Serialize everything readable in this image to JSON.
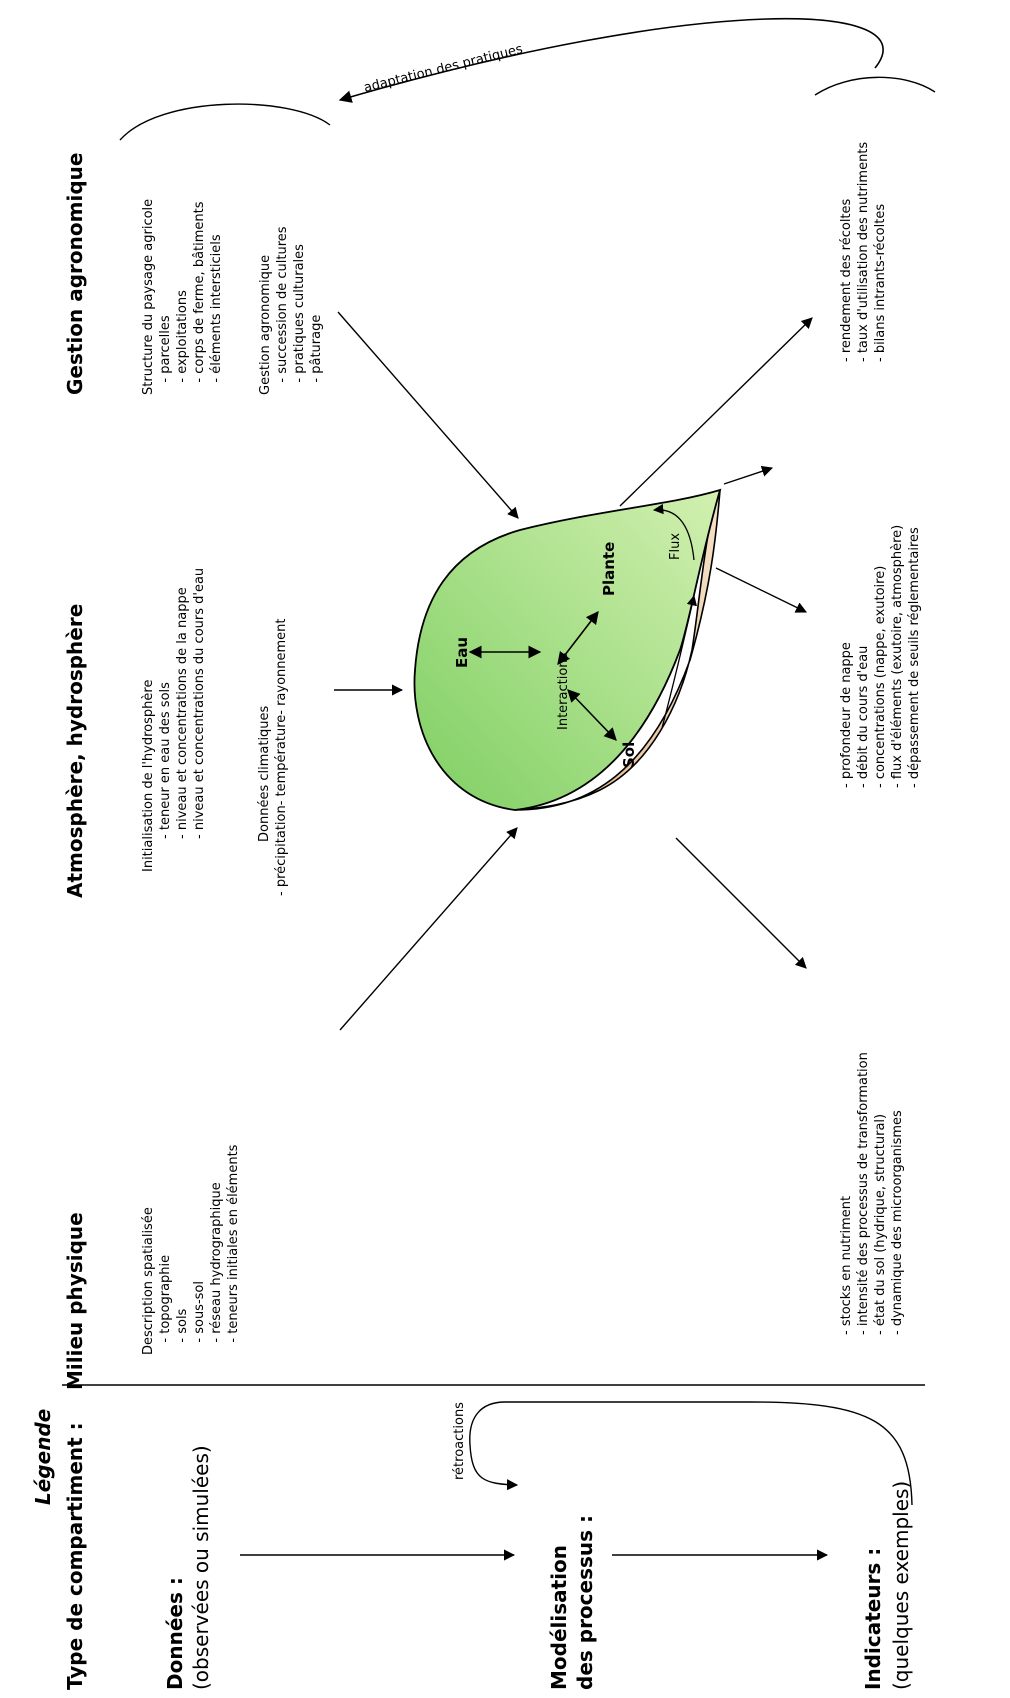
{
  "compartments": {
    "milieu": {
      "title": "Milieu physique",
      "lines": [
        "Description spatialisée",
        "   - topographie",
        "   - sols",
        "   - sous-sol",
        "   - réseau hydrographique",
        "   - teneurs initiales en éléments"
      ]
    },
    "atmo": {
      "title": "Atmosphère, hydrosphère",
      "lines": [
        "Initialisation de l'hydrosphère",
        "        - teneur en eau des sols",
        "        - niveau et concentrations de la nappe",
        "        - niveau et concentrations du cours d'eau"
      ],
      "climate": [
        "Données climatiques",
        "- précipitation- température- rayonnement"
      ]
    },
    "gestion": {
      "title": "Gestion agronomique",
      "structure": [
        "Structure du paysage agricole",
        "   - parcelles",
        "   - exploitations",
        "   - corps de ferme, bâtiments",
        "   - éléments intersticiels"
      ],
      "agro": [
        "Gestion agronomique",
        "   - succession de cultures",
        "   - pratiques culturales",
        "   - pâturage"
      ]
    }
  },
  "feedback_label": "adaptation des pratiques",
  "process": {
    "eau": "Eau",
    "plante": "Plante",
    "sol": "Sol",
    "interactions": "Interactions",
    "flux": "Flux"
  },
  "indicators": {
    "sol": [
      "- stocks en nutriment",
      "- intensité des processus de transformation",
      "- état du sol (hydrique, structural)",
      "- dynamique des microorganismes"
    ],
    "eau": [
      "- profondeur de nappe",
      "- débit du cours d'eau",
      "- concentrations (nappe, exutoire)",
      "- flux d'éléments (exutoire, atmosphère)",
      "- dépassement de seuils réglementaires"
    ],
    "plante": [
      "- rendement des récoltes",
      "- taux d'utilisation des nutriments",
      "- bilans intrants-récoltes"
    ]
  },
  "legend": {
    "title": "Légende",
    "type": "Type de compartiment :",
    "donnees": "Données :",
    "donnees_sub": "(observées ou simulées)",
    "modelisation_1": "Modélisation",
    "modelisation_2": "des processus :",
    "indicateurs": "Indicateurs :",
    "indicateurs_sub": "(quelques exemples)",
    "retroactions": "rétroactions"
  },
  "colors": {
    "eau_plante_fill": "#a8e08a",
    "sol_fill": "#efcfa8",
    "line": "#000000"
  }
}
